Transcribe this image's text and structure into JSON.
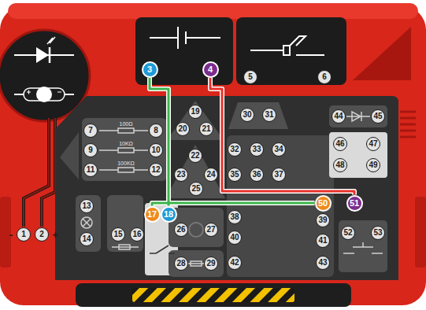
{
  "diagram": {
    "nodes": [
      {
        "text": [
          "3"
        ]
      },
      {
        "text": [
          "4"
        ]
      },
      {
        "text": [
          "17"
        ]
      },
      {
        "text": [
          "18"
        ]
      },
      {
        "text": [
          "50"
        ]
      },
      {
        "text": [
          "51"
        ]
      }
    ],
    "edges": [
      {
        "from": 0,
        "to": 3,
        "arrow": "none"
      },
      {
        "from": 2,
        "to": 4,
        "arrow": "none"
      },
      {
        "from": 1,
        "to": 5,
        "arrow": "none"
      }
    ],
    "labels": [
      "-",
      "1",
      "2",
      "+",
      "5",
      "6",
      "100Ω",
      "10KΩ",
      "100KΩ",
      "7",
      "8",
      "9",
      "10",
      "11",
      "12",
      "13",
      "14",
      "15",
      "16",
      "19",
      "20",
      "21",
      "22",
      "23",
      "24",
      "25",
      "26",
      "27",
      "28",
      "29",
      "30",
      "31",
      "32",
      "33",
      "34",
      "35",
      "36",
      "37",
      "38",
      "39",
      "40",
      "41",
      "42",
      "43",
      "44",
      "45",
      "46",
      "47",
      "48",
      "49",
      "52",
      "53"
    ]
  }
}
